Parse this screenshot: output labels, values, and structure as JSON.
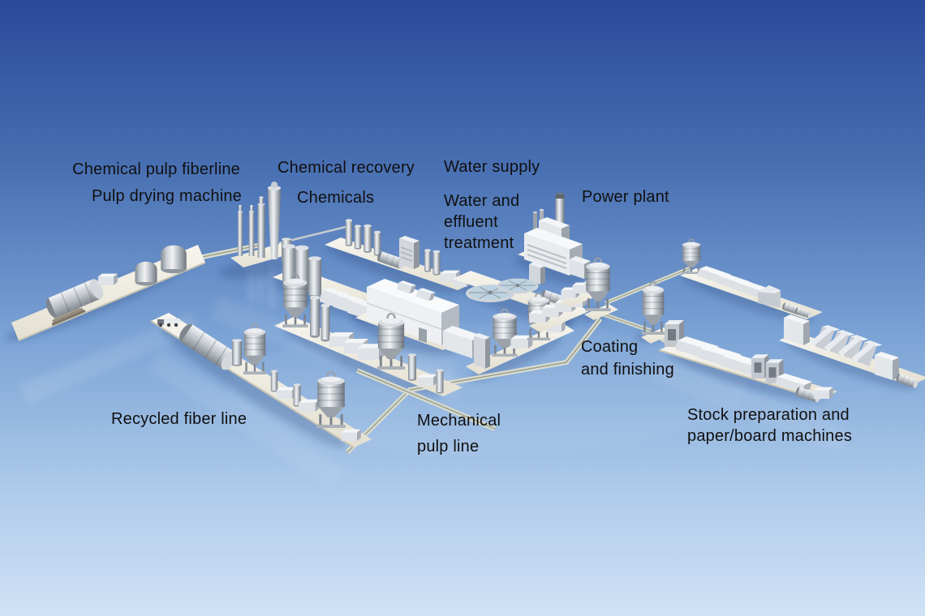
{
  "figure": {
    "type": "isometric-3d-illustration",
    "subject": "Pulp and paper mill production process overview"
  },
  "labels": {
    "chemical_pulp_fiberline": {
      "lines": [
        "Chemical pulp fiberline"
      ]
    },
    "pulp_drying_machine": {
      "lines": [
        "Pulp drying machine"
      ]
    },
    "chemical_recovery": {
      "lines": [
        "Chemical recovery"
      ]
    },
    "chemicals": {
      "lines": [
        "Chemicals"
      ]
    },
    "water_supply": {
      "lines": [
        "Water supply"
      ]
    },
    "water_and_effluent_treatment": {
      "lines": [
        "Water and",
        "effluent",
        "treatment"
      ]
    },
    "power_plant": {
      "lines": [
        "Power plant"
      ]
    },
    "coating_and_finishing": {
      "lines": [
        "Coating",
        "and finishing"
      ]
    },
    "recycled_fiber_line": {
      "lines": [
        "Recycled fiber line"
      ]
    },
    "mechanical_pulp_line": {
      "lines": [
        "Mechanical",
        "pulp line"
      ]
    },
    "stock_preparation_paper_board_machines": {
      "lines": [
        "Stock preparation and",
        "paper/board machines"
      ]
    }
  },
  "colors": {
    "sky_top": "#2a4a9a",
    "sky_mid": "#7ca4d6",
    "sky_bottom": "#d0e2f6",
    "label_text": "#101010",
    "platform": "#f2efe5",
    "equipment_light": "#eef0f2",
    "equipment_mid": "#b3bac1",
    "equipment_dark": "#757c85",
    "ground_shadow": "rgba(30,58,118,0.25)"
  }
}
